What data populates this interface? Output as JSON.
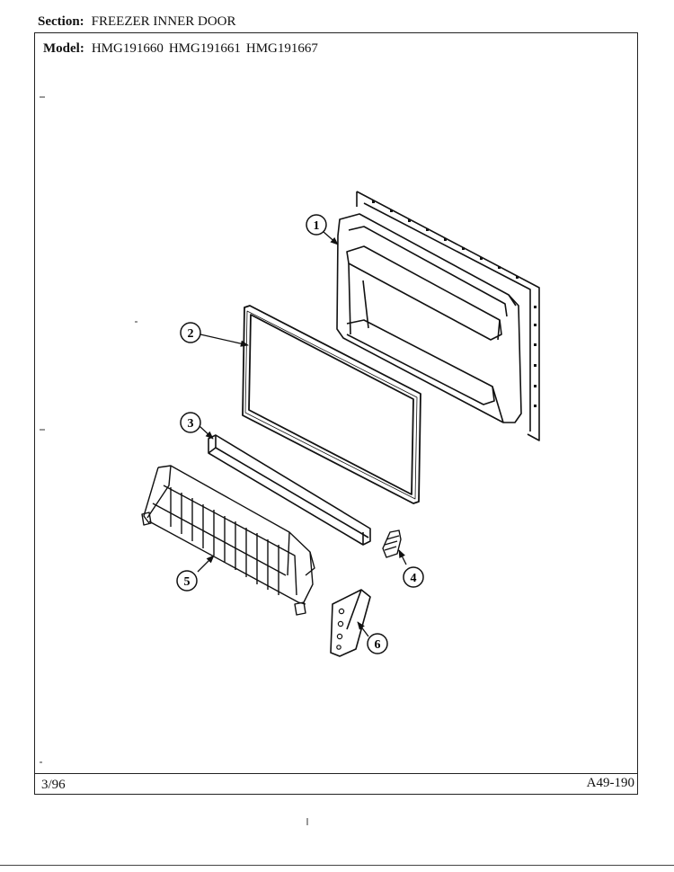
{
  "header": {
    "section_label": "Section:",
    "section_value": "FREEZER INNER DOOR",
    "model_label": "Model:",
    "models": [
      "HMG191660",
      "HMG191661",
      "HMG191667"
    ]
  },
  "parts": [
    {
      "number": "1",
      "icon": "freezer-inner-door-liner"
    },
    {
      "number": "2",
      "icon": "door-gasket"
    },
    {
      "number": "3",
      "icon": "shelf-rail"
    },
    {
      "number": "4",
      "icon": "rail-end-clip"
    },
    {
      "number": "5",
      "icon": "wire-door-basket"
    },
    {
      "number": "6",
      "icon": "basket-support-bracket"
    }
  ],
  "footer": {
    "date": "3/96",
    "page_code": "A49-190"
  }
}
